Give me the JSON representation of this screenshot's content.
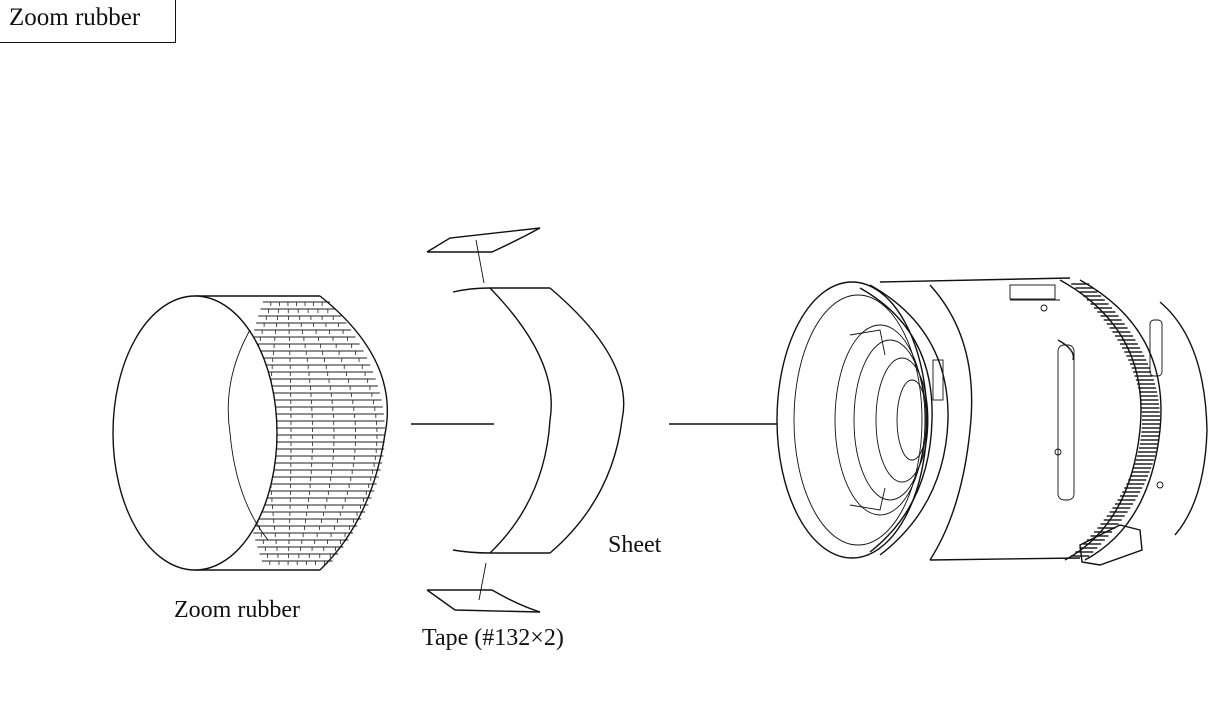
{
  "section_title": "Zoom rubber",
  "labels": {
    "zoom_rubber": "Zoom rubber",
    "sheet": "Sheet",
    "tape": "Tape (#132×2)"
  }
}
